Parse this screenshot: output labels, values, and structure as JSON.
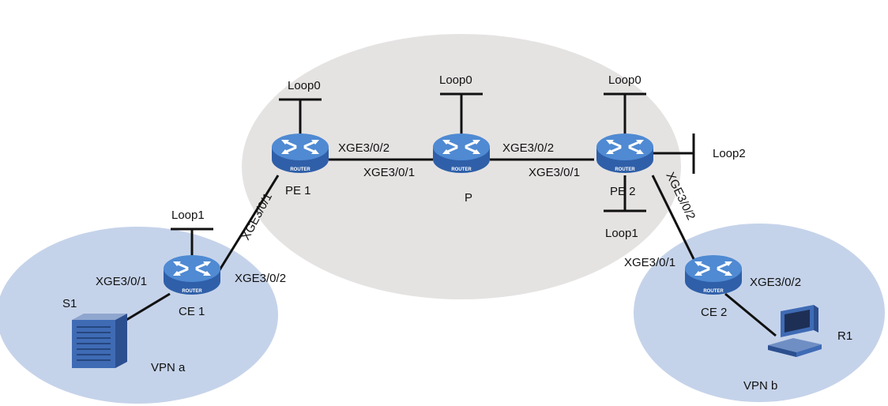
{
  "colors": {
    "core_region": "#e5e3e2",
    "vpn_region": "#c5d3ea",
    "router_body": "#2f5fa8",
    "router_top": "#4f8ad3",
    "link": "#111111"
  },
  "regions": {
    "vpn_a": {
      "label": "VPN a"
    },
    "vpn_b": {
      "label": "VPN b"
    }
  },
  "devices": {
    "pe1": {
      "name": "PE 1",
      "icon_text": "ROUTER",
      "loopback": "Loop0"
    },
    "p": {
      "name": "P",
      "icon_text": "ROUTER",
      "loopback": "Loop0"
    },
    "pe2": {
      "name": "PE 2",
      "icon_text": "ROUTER",
      "loopback_top": "Loop0",
      "loopback_right": "Loop2",
      "loopback_bottom": "Loop1"
    },
    "ce1": {
      "name": "CE 1",
      "icon_text": "ROUTER",
      "loopback": "Loop1"
    },
    "ce2": {
      "name": "CE 2",
      "icon_text": "ROUTER"
    },
    "s1": {
      "name": "S1",
      "icon": "server-icon"
    },
    "r1": {
      "name": "R1",
      "icon": "computer-icon"
    }
  },
  "interfaces": {
    "pe1_to_p": "XGE3/0/2",
    "p_to_pe1": "XGE3/0/1",
    "p_to_pe2": "XGE3/0/2",
    "pe2_to_p": "XGE3/0/1",
    "pe1_to_ce1": "XGE3/0/1",
    "ce1_to_pe1": "XGE3/0/2",
    "ce1_to_s1": "XGE3/0/1",
    "pe2_to_ce2": "XGE3/0/2",
    "ce2_to_pe2": "XGE3/0/1",
    "ce2_to_r1": "XGE3/0/2"
  }
}
